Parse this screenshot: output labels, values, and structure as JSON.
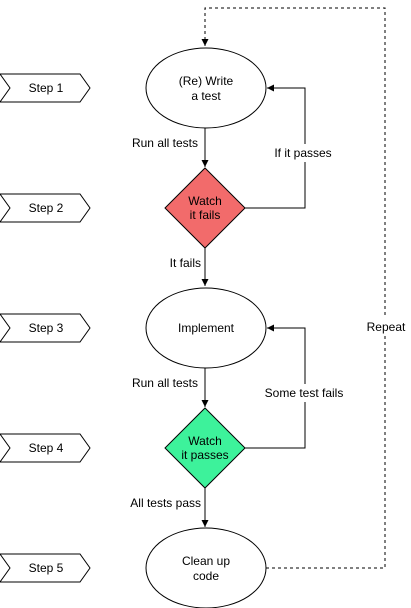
{
  "steps": [
    "Step 1",
    "Step 2",
    "Step 3",
    "Step 4",
    "Step 5"
  ],
  "nodes": {
    "write_test": [
      "(Re) Write",
      "a test"
    ],
    "watch_fail": [
      "Watch",
      "it fails"
    ],
    "implement": [
      "Implement"
    ],
    "watch_pass": [
      "Watch",
      "it passes"
    ],
    "clean_up": [
      "Clean up",
      "code"
    ]
  },
  "edges": {
    "run_all_tests_1": "Run all tests",
    "if_it_passes": "If it passes",
    "it_fails": "It fails",
    "run_all_tests_2": "Run all tests",
    "some_test_fails": "Some test fails",
    "all_tests_pass": "All tests pass",
    "repeat": "Repeat"
  },
  "colors": {
    "fail_fill": "#f26b6b",
    "pass_fill": "#3df29b",
    "stroke": "#000000",
    "background": "#ffffff"
  }
}
